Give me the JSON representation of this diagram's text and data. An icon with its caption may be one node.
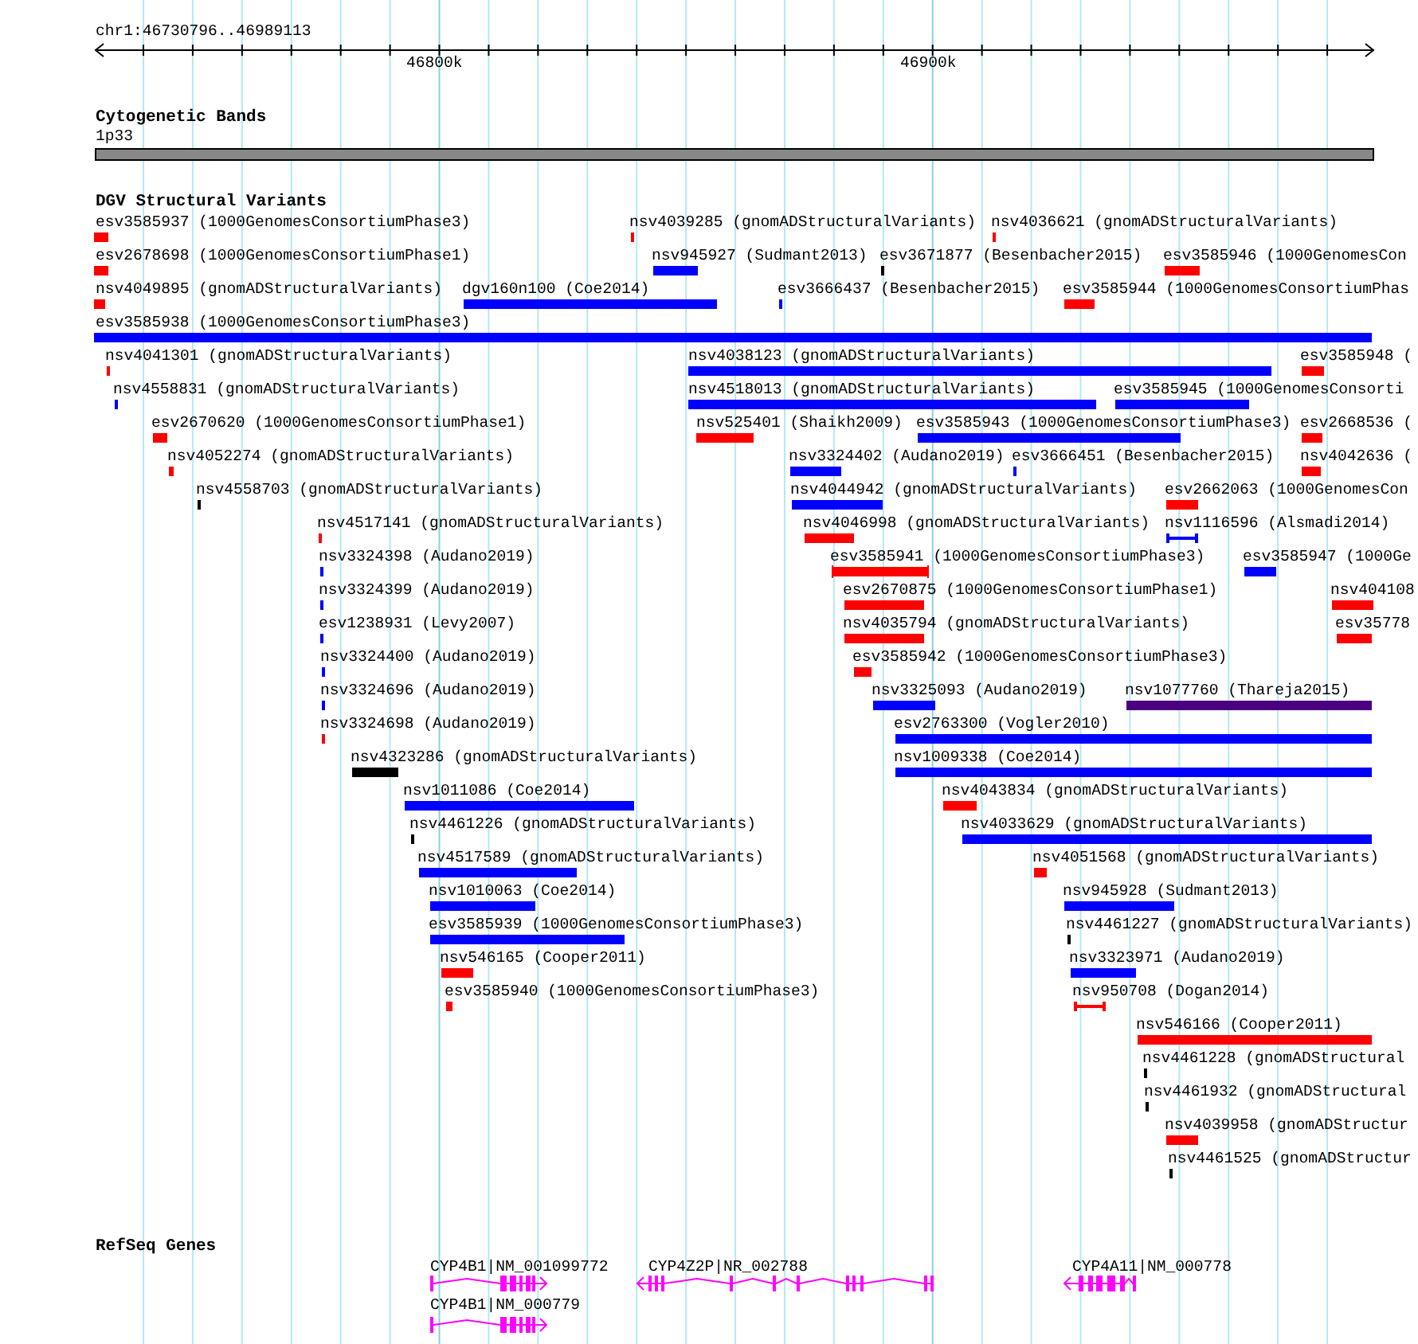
{
  "diagram": {
    "labels": [
      "chr1:46730796..46989113",
      "46800k",
      "46900k",
      "Cytogenetic Bands",
      "1p33",
      "DGV Structural Variants",
      "esv3585937 (1000GenomesConsortiumPhase3)",
      "nsv4039285 (gnomADStructuralVariants)",
      "nsv4036621 (gnomADStructuralVariants)",
      "esv2678698 (1000GenomesConsortiumPhase1)",
      "nsv945927 (Sudmant2013)",
      "esv3671877 (Besenbacher2015)",
      "esv3585946 (1000GenomesCon",
      "nsv4049895 (gnomADStructuralVariants)",
      "dgv160n100 (Coe2014)",
      "esv3666437 (Besenbacher2015)",
      "esv3585944 (1000GenomesConsortiumPhas",
      "esv3585938 (1000GenomesConsortiumPhase3)",
      "nsv4041301 (gnomADStructuralVariants)",
      "nsv4038123 (gnomADStructuralVariants)",
      "esv3585948 (",
      "nsv4558831 (gnomADStructuralVariants)",
      "nsv4518013 (gnomADStructuralVariants)",
      "esv3585945 (1000GenomesConsorti",
      "esv2670620 (1000GenomesConsortiumPhase1)",
      "nsv525401 (Shaikh2009)",
      "esv3585943 (1000GenomesConsortiumPhase3)",
      "esv2668536 (",
      "nsv4052274 (gnomADStructuralVariants)",
      "nsv3324402 (Audano2019)",
      "esv3666451 (Besenbacher2015)",
      "nsv4042636 (",
      "nsv4558703 (gnomADStructuralVariants)",
      "nsv4044942 (gnomADStructuralVariants)",
      "esv2662063 (1000GenomesCon",
      "nsv4517141 (gnomADStructuralVariants)",
      "nsv4046998 (gnomADStructuralVariants)",
      "nsv1116596 (Alsmadi2014)",
      "nsv3324398 (Audano2019)",
      "esv3585941 (1000GenomesConsortiumPhase3)",
      "esv3585947 (1000Ge",
      "nsv3324399 (Audano2019)",
      "esv2670875 (1000GenomesConsortiumPhase1)",
      "nsv404108",
      "esv1238931 (Levy2007)",
      "nsv4035794 (gnomADStructuralVariants)",
      "esv35778",
      "nsv3324400 (Audano2019)",
      "esv3585942 (1000GenomesConsortiumPhase3)",
      "nsv3324696 (Audano2019)",
      "nsv3325093 (Audano2019)",
      "nsv1077760 (Thareja2015)",
      "nsv3324698 (Audano2019)",
      "esv2763300 (Vogler2010)",
      "nsv4323286 (gnomADStructuralVariants)",
      "nsv1009338 (Coe2014)",
      "nsv1011086 (Coe2014)",
      "nsv4043834 (gnomADStructuralVariants)",
      "nsv4461226 (gnomADStructuralVariants)",
      "nsv4033629 (gnomADStructuralVariants)",
      "nsv4517589 (gnomADStructuralVariants)",
      "nsv4051568 (gnomADStructuralVariants)",
      "nsv1010063 (Coe2014)",
      "nsv945928 (Sudmant2013)",
      "esv3585939 (1000GenomesConsortiumPhase3)",
      "nsv4461227 (gnomADStructuralVariants)",
      "nsv546165 (Cooper2011)",
      "nsv3323971 (Audano2019)",
      "esv3585940 (1000GenomesConsortiumPhase3)",
      "nsv950708 (Dogan2014)",
      "nsv546166 (Cooper2011)",
      "nsv4461228 (gnomADStructural",
      "nsv4461932 (gnomADStructural",
      "nsv4039958 (gnomADStructur",
      "nsv4461525 (gnomADStructur",
      "RefSeq Genes",
      "CYP4B1|NM_001099772",
      "CYP4Z2P|NR_002788",
      "CYP4A11|NM_000778",
      "CYP4B1|NM_000779"
    ]
  }
}
